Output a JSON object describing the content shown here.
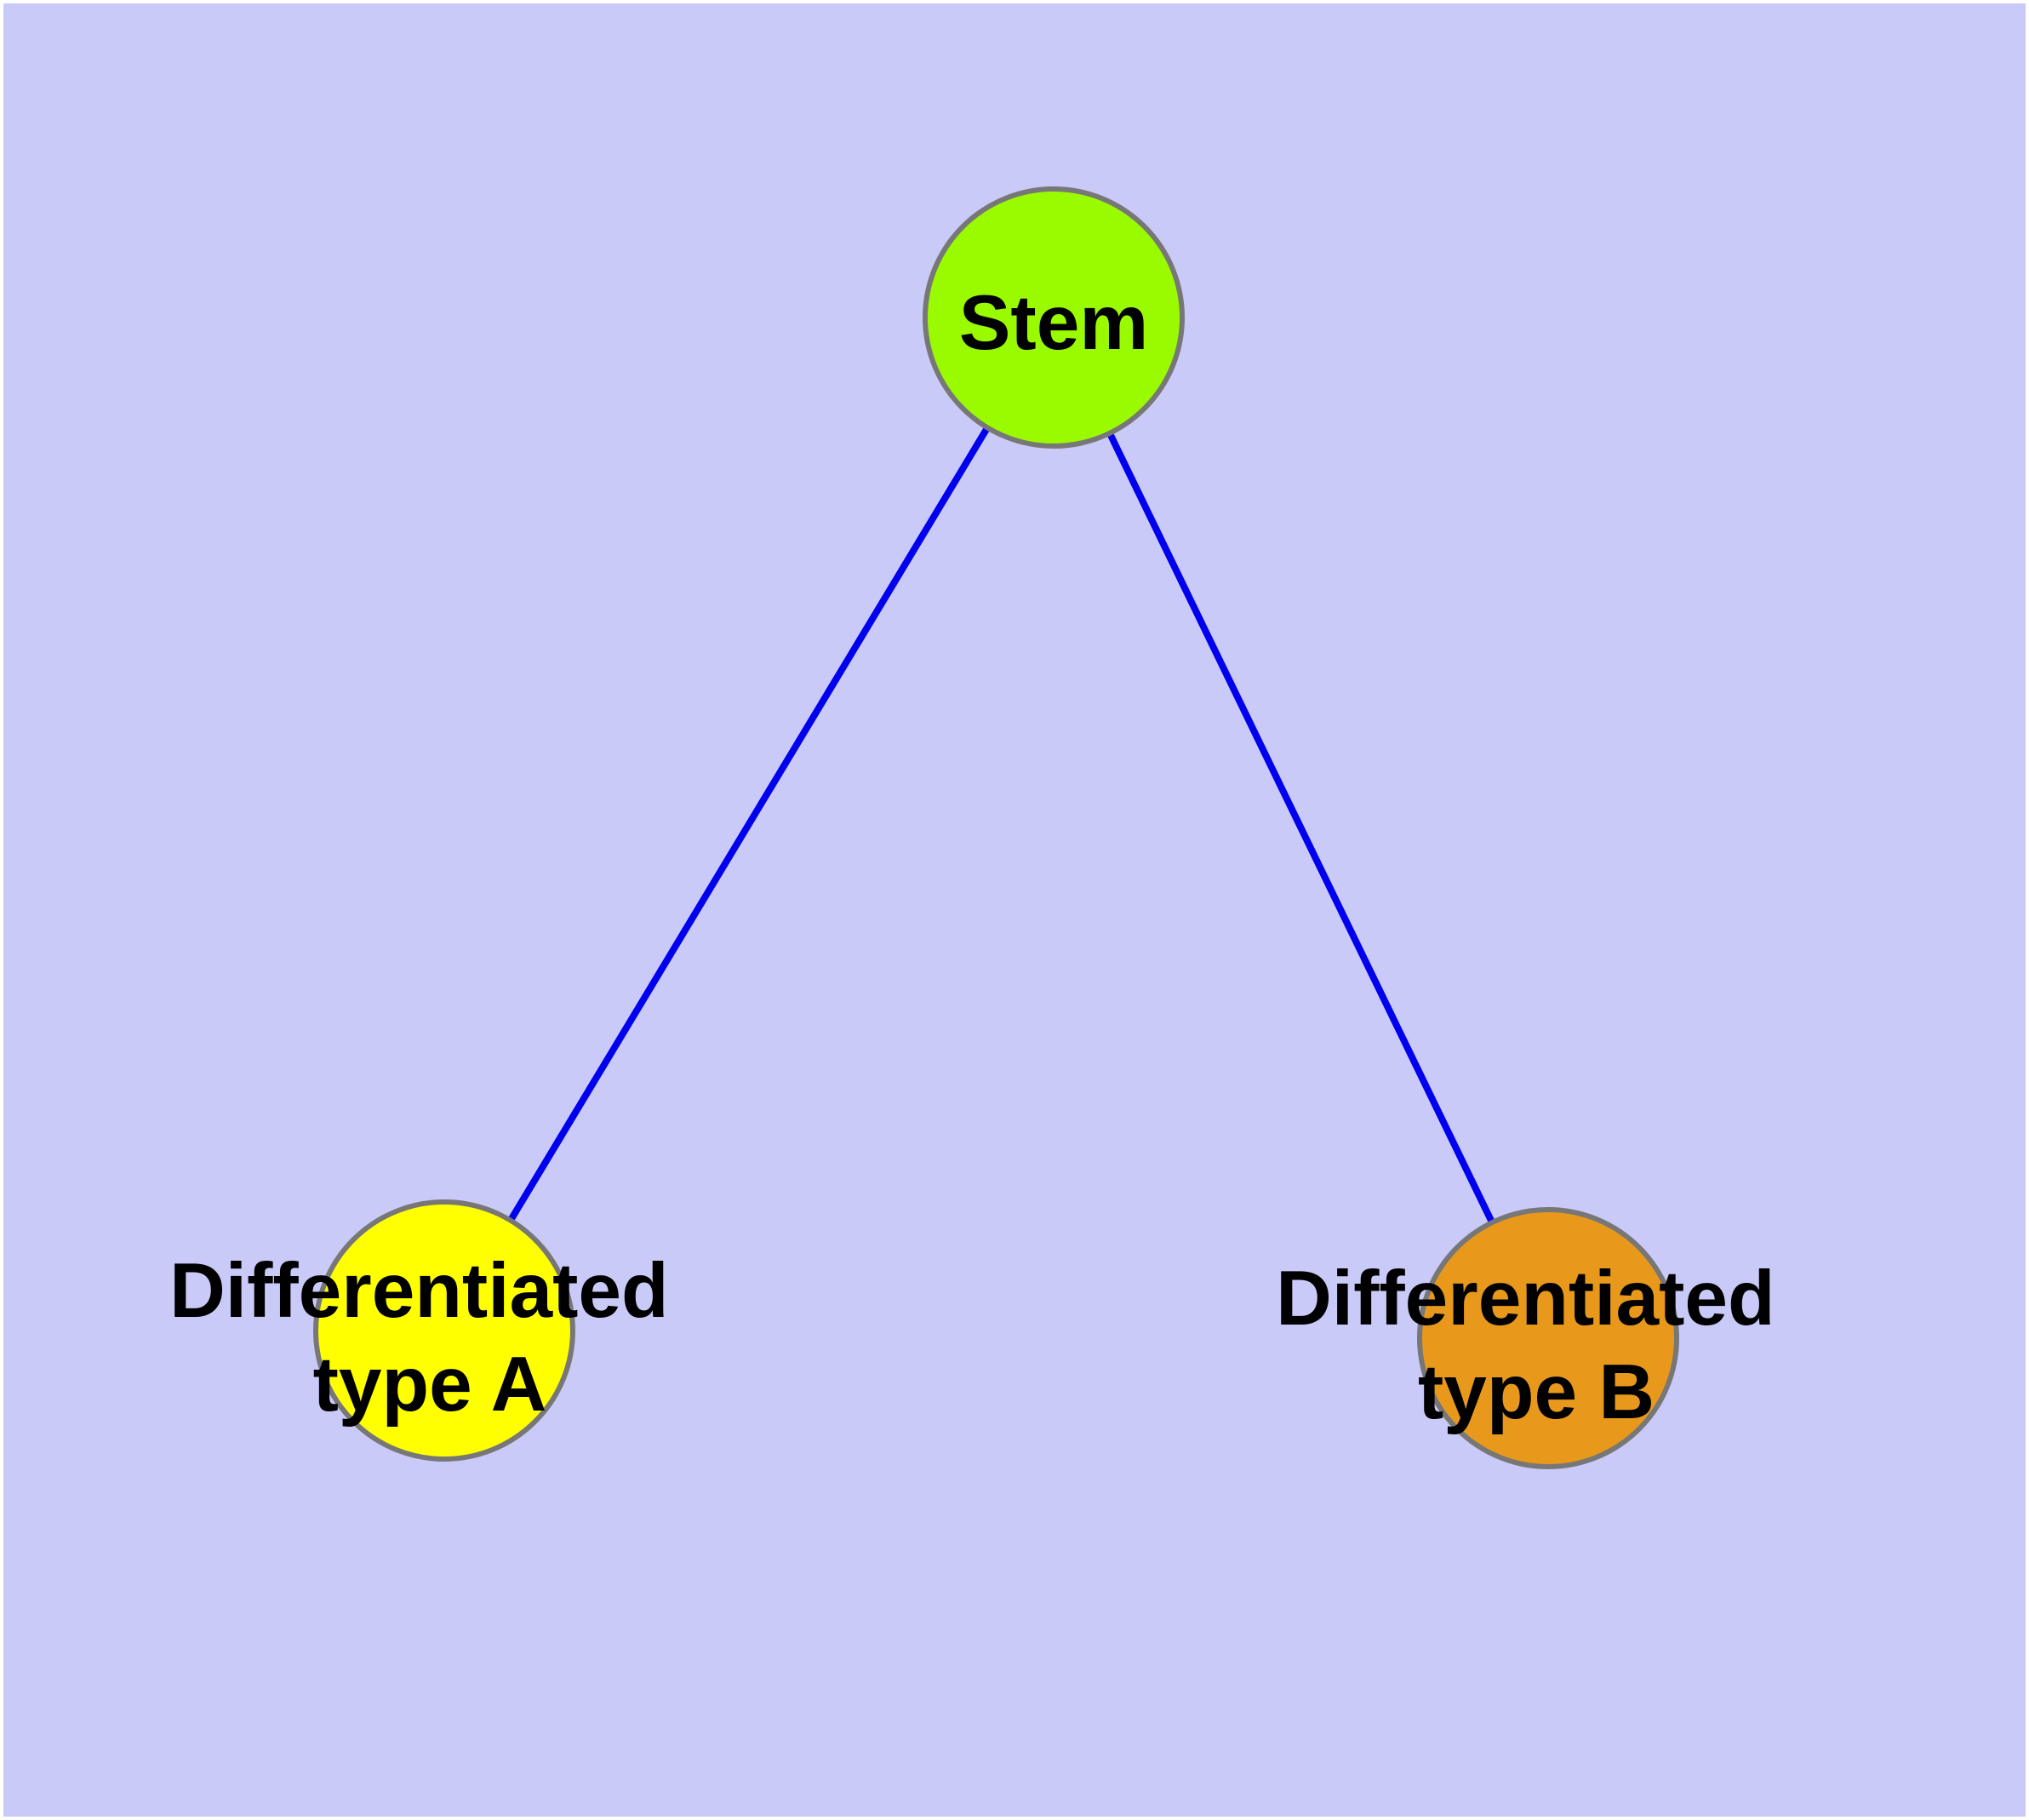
{
  "canvas": {
    "frame_color": "#ffffff",
    "background_color": "#cacaf8"
  },
  "graph": {
    "edge_color": "#0000ee",
    "node_border_color": "#777777",
    "label_color": "#000000",
    "nodes": [
      {
        "id": "stem",
        "label": "Stem",
        "fill": "#9afa00"
      },
      {
        "id": "type-a",
        "label_line1": "Differentiated",
        "label_line2": "type A",
        "fill": "#ffff00"
      },
      {
        "id": "type-b",
        "label_line1": "Differentiated",
        "label_line2": "type B",
        "fill": "#e8991b"
      }
    ],
    "edges": [
      {
        "from": "Stem",
        "to": "Differentiated type A"
      },
      {
        "from": "Stem",
        "to": "Differentiated type B"
      }
    ]
  }
}
